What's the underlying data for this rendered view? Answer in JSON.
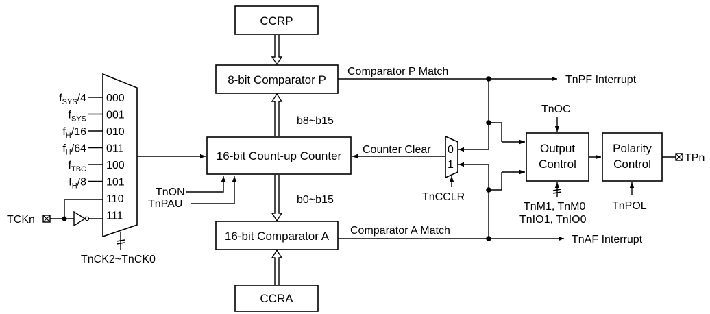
{
  "blocks": {
    "ccrp": "CCRP",
    "ccra": "CCRA",
    "comparator_p": "8-bit Comparator P",
    "comparator_a": "16-bit Comparator A",
    "counter": "16-bit Count-up Counter",
    "output_control": [
      "Output",
      "Control"
    ],
    "polarity_control": [
      "Polarity",
      "Control"
    ]
  },
  "mux": {
    "inputs": [
      {
        "base": "f",
        "sub": "SYS",
        "suffix": "/4",
        "code": "000"
      },
      {
        "base": "f",
        "sub": "SYS",
        "suffix": "",
        "code": "001"
      },
      {
        "base": "f",
        "sub": "H",
        "suffix": "/16",
        "code": "010"
      },
      {
        "base": "f",
        "sub": "H",
        "suffix": "/64",
        "code": "011"
      },
      {
        "base": "f",
        "sub": "TBC",
        "suffix": "",
        "code": "100"
      },
      {
        "base": "f",
        "sub": "H",
        "suffix": "/8",
        "code": "101"
      },
      {
        "base": "",
        "sub": "",
        "suffix": "",
        "code": "110"
      },
      {
        "base": "",
        "sub": "",
        "suffix": "",
        "code": "111"
      }
    ],
    "select_label": "TnCK2~TnCK0"
  },
  "clear_mux": {
    "inputs": [
      "0",
      "1"
    ],
    "select_label": "TnCCLR"
  },
  "signals": {
    "tckn": "TCKn",
    "tnon": "TnON",
    "tnpau": "TnPAU",
    "b8_b15": "b8~b15",
    "b0_b15": "b0~b15",
    "comp_p_match": "Comparator P Match",
    "comp_a_match": "Comparator A Match",
    "counter_clear": "Counter Clear",
    "tnpf_interrupt": "TnPF Interrupt",
    "tnaf_interrupt": "TnAF Interrupt",
    "tnoc": "TnOC",
    "tnm": "TnM1, TnM0",
    "tnio": "TnIO1, TnIO0",
    "tnpol": "TnPOL",
    "tpn": "TPn"
  }
}
